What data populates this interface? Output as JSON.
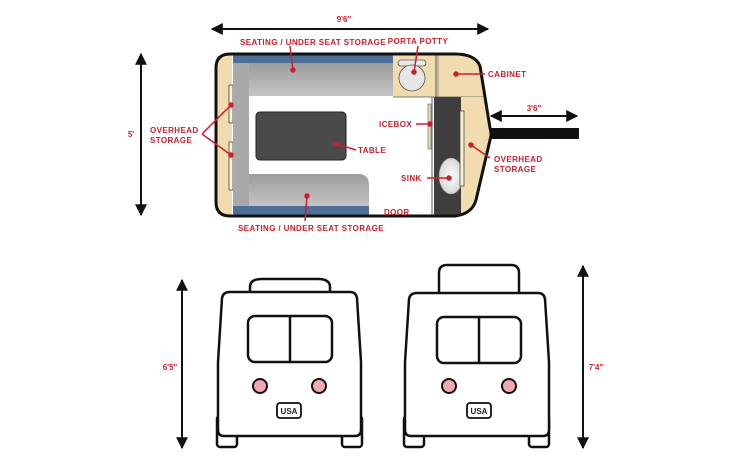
{
  "diagram": {
    "title": "Teardrop camper floor plan and rear elevations",
    "colors": {
      "label_red": "#c8202e",
      "wood": "#f1dcb0",
      "seat_gray": "#b4b4b4",
      "seat_blue": "#4f6e98",
      "table_dark": "#4a4a4a",
      "galley_dark": "#3e3e3e",
      "taillight_pink": "#f2a9ae",
      "outline": "#111111"
    },
    "floor_plan": {
      "dimensions": {
        "length": "9'6\"",
        "width": "5'",
        "tongue": "3'6\""
      },
      "labels": {
        "seating_top": "SEATING / UNDER SEAT STORAGE",
        "seating_bottom": "SEATING / UNDER SEAT STORAGE",
        "porta_potty": "PORTA POTTY",
        "cabinet": "CABINET",
        "overhead_left_line1": "OVERHEAD",
        "overhead_left_line2": "STORAGE",
        "overhead_right_line1": "OVERHEAD",
        "overhead_right_line2": "STORAGE",
        "icebox": "ICEBOX",
        "table": "TABLE",
        "sink": "SINK",
        "door": "DOOR"
      }
    },
    "rear_views": [
      {
        "name": "standard-roof",
        "height": "6'5\"",
        "plate": "USA"
      },
      {
        "name": "raised-roof",
        "height": "7'4\"",
        "plate": "USA"
      }
    ]
  }
}
